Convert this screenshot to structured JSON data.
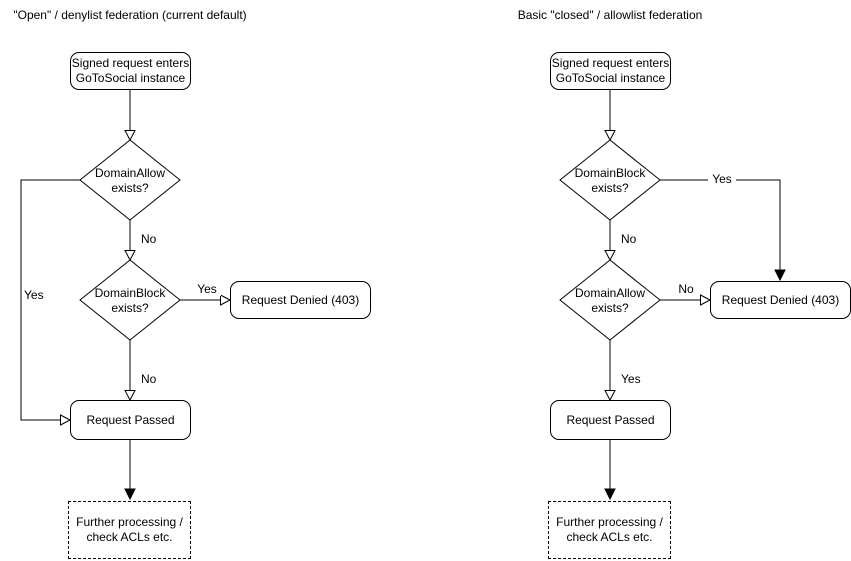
{
  "left": {
    "title": "\"Open\" / denylist federation (current default)",
    "start": "Signed request enters\nGoToSocial instance",
    "decision1": "DomainAllow\nexists?",
    "decision1_yes": "Yes",
    "decision1_no": "No",
    "decision2": "DomainBlock\nexists?",
    "decision2_yes": "Yes",
    "decision2_no": "No",
    "denied": "Request Denied (403)",
    "passed": "Request Passed",
    "further": "Further processing /\ncheck ACLs etc."
  },
  "right": {
    "title": "Basic \"closed\" / allowlist federation",
    "start": "Signed request enters\nGoToSocial instance",
    "decision1": "DomainBlock\nexists?",
    "decision1_yes": "Yes",
    "decision1_no": "No",
    "decision2": "DomainAllow\nexists?",
    "decision2_yes": "Yes",
    "decision2_no": "No",
    "denied": "Request Denied (403)",
    "passed": "Request Passed",
    "further": "Further processing /\ncheck ACLs etc."
  },
  "colors": {
    "stroke": "#000000",
    "node_fill": "#ffffff",
    "text": "#000000",
    "background": "#ffffff"
  }
}
